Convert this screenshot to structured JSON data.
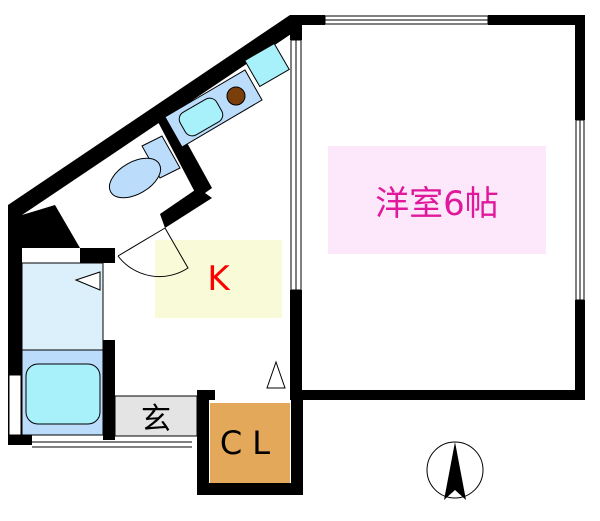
{
  "rooms": {
    "western_room": {
      "label": "洋室6帖",
      "fill": "#fde8fb",
      "text_color": "#e0189c"
    },
    "kitchen": {
      "label": "K",
      "fill": "#f8fad8",
      "text_color": "#ff0000"
    },
    "entrance": {
      "label": "玄",
      "fill": "#e4e4e4",
      "text_color": "#000000"
    },
    "closet": {
      "label": "CL",
      "fill": "#e3a85a",
      "text_color": "#000000"
    }
  },
  "colors": {
    "wall": "#000000",
    "bath": "#bbdcfa",
    "tub": "#a8f0fa",
    "washroom": "#dbf0fa",
    "stove_burner": "#7a3e0a"
  },
  "icons": [
    "north-arrow-icon",
    "toilet-icon",
    "bathtub-icon",
    "sink-icon",
    "stove-icon",
    "door-swing-icon",
    "window-icon"
  ]
}
